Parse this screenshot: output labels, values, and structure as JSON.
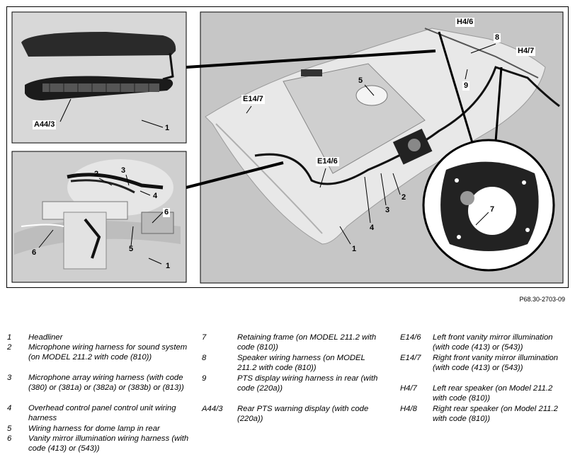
{
  "figure_id": "P68.30-2703-09",
  "callouts": {
    "tl_a44": "A44/3",
    "tl_1": "1",
    "ml_2": "2",
    "ml_3": "3",
    "ml_4": "4",
    "ml_5": "5",
    "ml_6a": "6",
    "ml_6b": "6",
    "ml_1": "1",
    "r_h46": "H4/6",
    "r_h47": "H4/7",
    "r_8": "8",
    "r_9": "9",
    "r_5": "5",
    "r_e147": "E14/7",
    "r_e146": "E14/6",
    "r_2": "2",
    "r_3": "3",
    "r_4": "4",
    "r_1": "1",
    "r_7": "7"
  },
  "legend": {
    "col1": [
      {
        "key": "1",
        "text": "Headliner"
      },
      {
        "key": "2",
        "text": "Microphone wiring harness for sound system (on MODEL 211.2 with code (810))"
      },
      {
        "key": "3",
        "text": "Microphone array wiring harness (with code (380) or (381a) or (382a) or (383b) or (813))"
      },
      {
        "key": "4",
        "text": "Overhead control panel control unit wiring harness"
      },
      {
        "key": "5",
        "text": "Wiring harness for dome lamp in rear"
      },
      {
        "key": "6",
        "text": "Vanity mirror illumination wiring harness (with code (413) or (543))"
      }
    ],
    "col2": [
      {
        "key": "7",
        "text": "Retaining frame (on MODEL 211.2 with code (810))"
      },
      {
        "key": "8",
        "text": "Speaker wiring harness (on MODEL 211.2 with code (810))"
      },
      {
        "key": "9",
        "text": "PTS display wiring harness in rear (with code (220a))"
      },
      {
        "key": "A44/3",
        "text": "Rear PTS warning display (with code (220a))"
      }
    ],
    "col3": [
      {
        "key": "E14/6",
        "text": "Left front vanity mirror illumination (with code (413) or (543))"
      },
      {
        "key": "E14/7",
        "text": "Right front vanity mirror illumination (with code (413) or (543))"
      },
      {
        "key": "H4/7",
        "text": "Left rear speaker (on Model 211.2 with code (810))"
      },
      {
        "key": "H4/8",
        "text": "Right rear speaker (on Model 211.2 with code (810))"
      }
    ]
  }
}
